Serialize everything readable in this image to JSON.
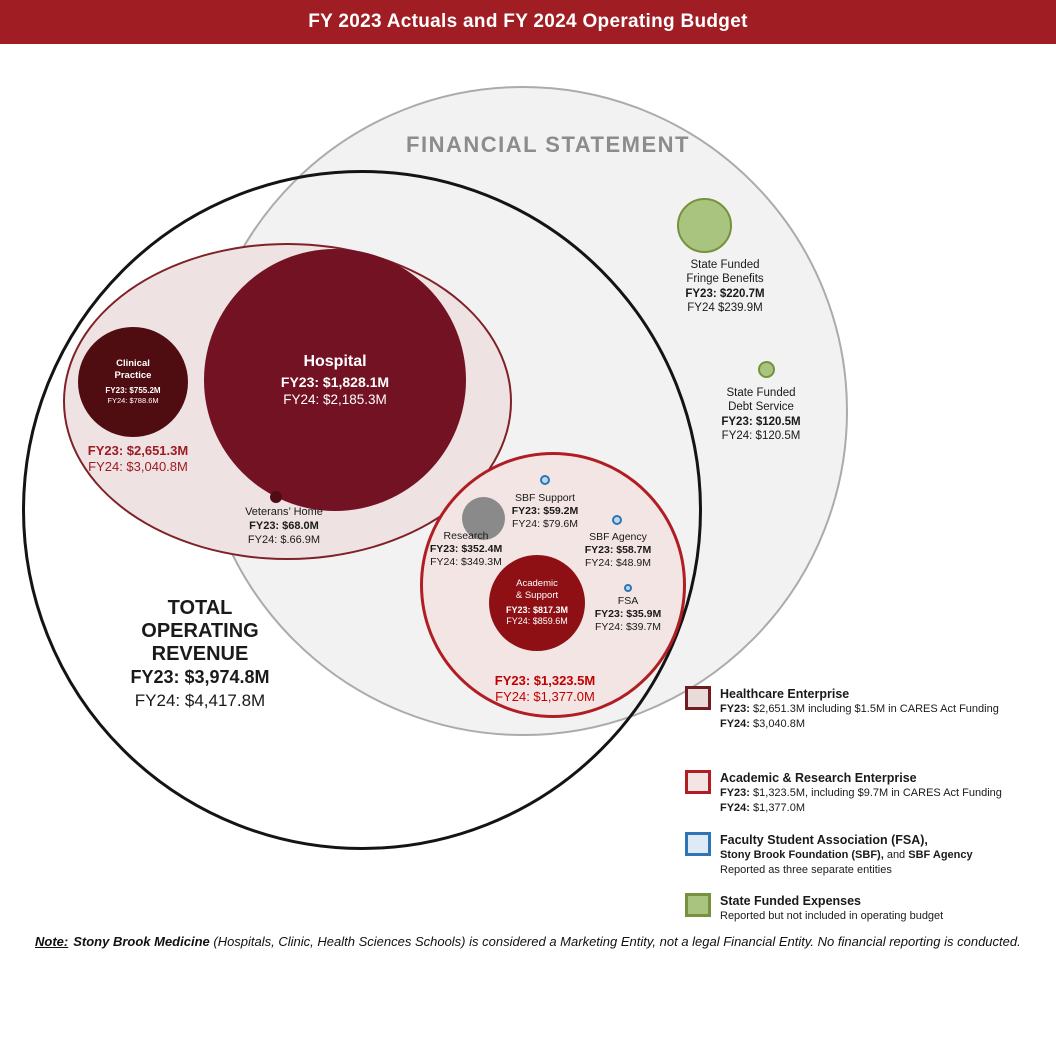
{
  "header": {
    "title": "FY 2023 Actuals and FY 2024 Operating Budget"
  },
  "financial_statement": {
    "label": "FINANCIAL STATEMENT"
  },
  "total_operating_revenue": {
    "line1": "TOTAL",
    "line2": "OPERATING",
    "line3": "REVENUE",
    "fy23": "FY23: $3,974.8M",
    "fy24": "FY24: $4,417.8M"
  },
  "healthcare": {
    "fy23": "FY23: $2,651.3M",
    "fy24": "FY24: $3,040.8M",
    "hospital": {
      "name": "Hospital",
      "fy23": "FY23: $1,828.1M",
      "fy24": "FY24: $2,185.3M"
    },
    "clinical": {
      "name1": "Clinical",
      "name2": "Practice",
      "fy23": "FY23: $755.2M",
      "fy24": "FY24: $788.6M"
    },
    "veterans": {
      "name": "Veterans’ Home",
      "fy23": "FY23: $68.0M",
      "fy24": "FY24: $.66.9M"
    }
  },
  "academic": {
    "fy23": "FY23: $1,323.5M",
    "fy24": "FY24: $1,377.0M",
    "research": {
      "name": "Research",
      "fy23": "FY23: $352.4M",
      "fy24": "FY24: $349.3M"
    },
    "academic_support": {
      "name1": "Academic",
      "name2": "& Support",
      "fy23": "FY23: $817.3M",
      "fy24": "FY24: $859.6M"
    },
    "sbf_support": {
      "name": "SBF Support",
      "fy23": "FY23: $59.2M",
      "fy24": "FY24: $79.6M"
    },
    "sbf_agency": {
      "name": "SBF Agency",
      "fy23": "FY23: $58.7M",
      "fy24": "FY24: $48.9M"
    },
    "fsa": {
      "name": "FSA",
      "fy23": "FY23: $35.9M",
      "fy24": "FY24: $39.7M"
    }
  },
  "state_funded": {
    "fringe": {
      "name1": "State Funded",
      "name2": "Fringe Benefits",
      "fy23": "FY23: $220.7M",
      "fy24": "FY24 $239.9M"
    },
    "debt": {
      "name1": "State Funded",
      "name2": "Debt Service",
      "fy23": "FY23: $120.5M",
      "fy24": "FY24: $120.5M"
    }
  },
  "legend": {
    "items": [
      {
        "title": "Healthcare Enterprise",
        "fy23_label": "FY23:",
        "fy23_text": " $2,651.3M including $1.5M in CARES Act Funding",
        "fy24_label": "FY24:",
        "fy24_text": " $3,040.8M"
      },
      {
        "title": "Academic & Research Enterprise",
        "fy23_label": "FY23:",
        "fy23_text": " $1,323.5M, including $9.7M in CARES Act Funding",
        "fy24_label": "FY24:",
        "fy24_text": " $1,377.0M"
      },
      {
        "title1": "Faculty Student Association (FSA),",
        "title2_bold1": "Stony Brook Foundation (SBF),",
        "title2_mid": " and ",
        "title2_bold2": "SBF Agency",
        "line": "Reported as three separate entities"
      },
      {
        "title": "State Funded Expenses",
        "line": "Reported but not included in operating budget"
      }
    ]
  },
  "note": {
    "label": "Note:",
    "bold": "Stony Brook Medicine",
    "rest": " (Hospitals, Clinic, Health Sciences Schools) is considered a Marketing Entity, not a legal Financial Entity. No financial reporting is conducted."
  },
  "colors": {
    "header_bg": "#9F1D23",
    "dark_maroon_bubble": "#4F0D12",
    "hospital_bubble": "#731222",
    "academic_support_bubble": "#8E1014",
    "healthcare_border": "#7E2228",
    "academic_border": "#B01E23",
    "fsa_blue": "#2E75B6",
    "green_fill": "#A9C47E",
    "green_border": "#76923C",
    "maroon_text": "#9E1B24",
    "red_text": "#C00000",
    "financial_statement_gray": "#8C8C8C"
  }
}
